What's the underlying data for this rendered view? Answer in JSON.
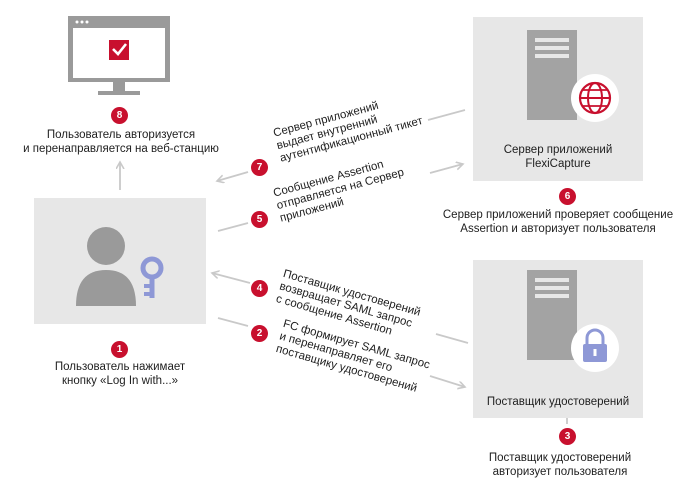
{
  "badges": {
    "b1": "1",
    "b2": "2",
    "b3": "3",
    "b4": "4",
    "b5": "5",
    "b6": "6",
    "b7": "7",
    "b8": "8"
  },
  "labels": {
    "monitor_caption": "Пользователь авторизуется\nи перенаправляется на веб-станцию",
    "user_caption": "Пользователь нажимает\nкнопку «Log In with...»",
    "app_server_box": "Сервер приложений\nFlexiCapture",
    "app_server_caption": "Сервер приложений проверяет сообщение\nAssertion и авторизует пользователя",
    "idp_box": "Поставщик удостоверений",
    "idp_caption": "Поставщик удостоверений\nавторизует пользователя"
  },
  "steps": {
    "s7": "Сервер приложений\nвыдает внутренний\nаутентификационный тикет",
    "s5": "Сообщение Assertion\nотправляется на Сервер\nприложений",
    "s4": "Поставщик удостоверений\nвозвращает SAML запрос\nс сообщение Assertion",
    "s2": "FC формирует SAML запрос\nи перенаправляет его\nпоставщику удостоверений"
  },
  "colors": {
    "accent": "#c8102e",
    "box": "#e7e7e7",
    "icon_gray": "#9a9a9a",
    "key": "#8e98d6",
    "arrow": "#c9c9c9"
  },
  "icons": [
    "monitor-checkbox-icon",
    "server-globe-icon",
    "user-key-icon",
    "server-lock-icon"
  ]
}
